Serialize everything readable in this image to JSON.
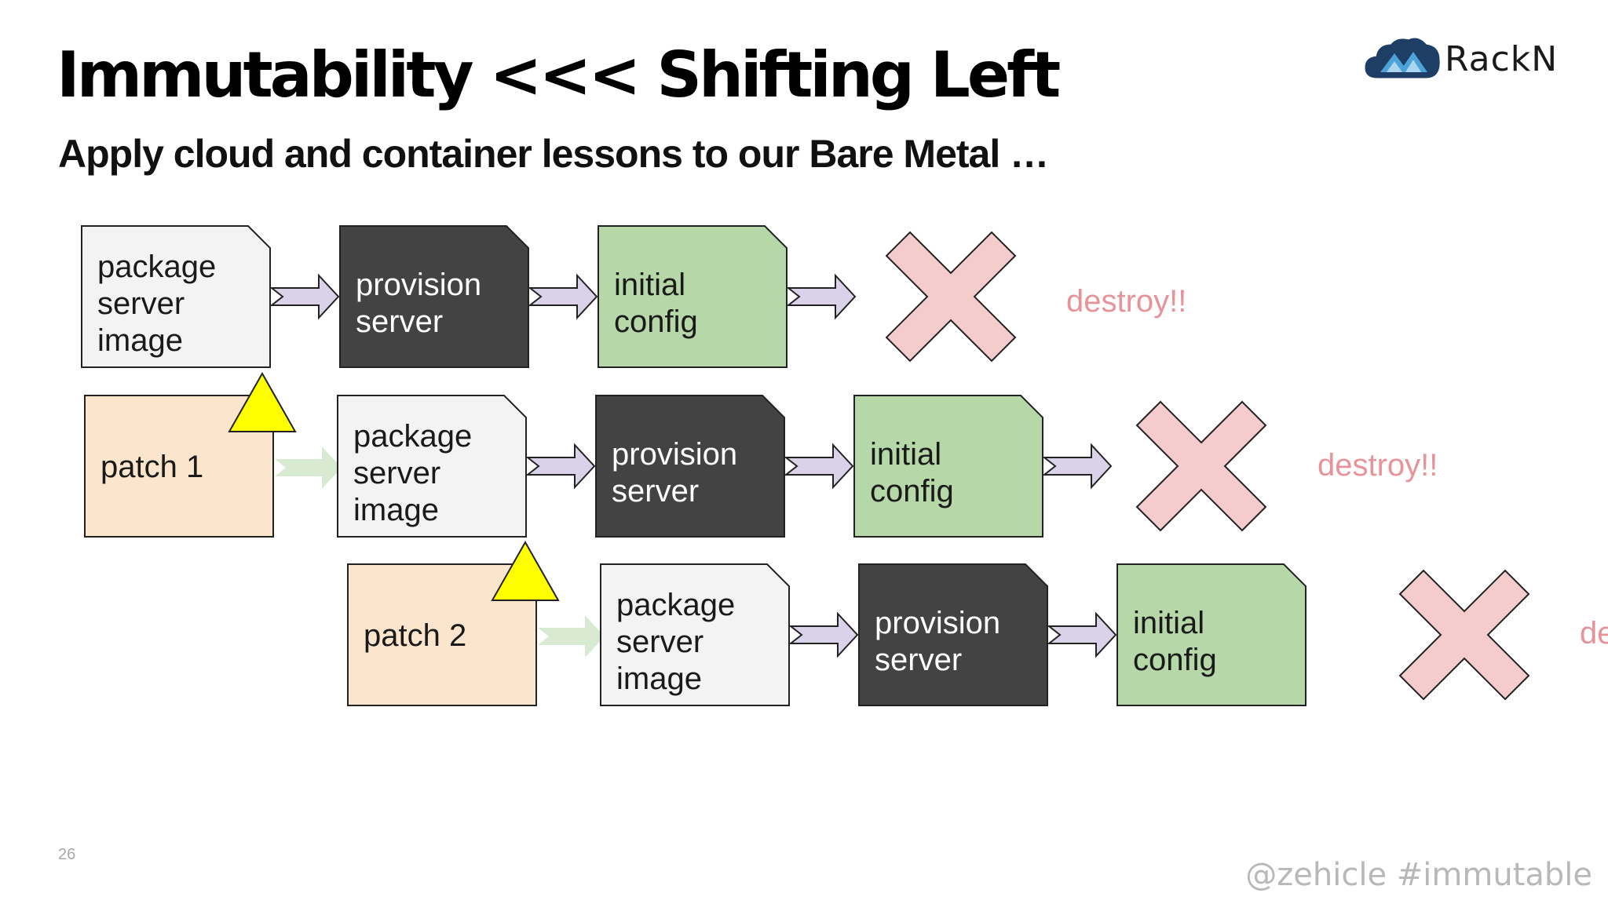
{
  "slide": {
    "title": "Immutability <<< Shifting Left",
    "subtitle": "Apply cloud and container lessons to our Bare Metal …",
    "logo_text": "RackN",
    "slide_number": "26",
    "handle": "@zehicle #immutable"
  },
  "colors": {
    "package": "#f3f3f3",
    "provision": "#434343",
    "config": "#b6d7a8",
    "patch": "#fce5cd",
    "cross": "#f4cccc",
    "arrow": "#d9d2e9",
    "patch_arrow": "#d9ead3",
    "triangle": "#ffff00",
    "destroy": "#e6939a"
  },
  "rows": [
    {
      "steps": [
        {
          "kind": "package",
          "lines": [
            "package",
            "server",
            "image"
          ]
        },
        {
          "kind": "provision",
          "lines": [
            "provision",
            "server"
          ]
        },
        {
          "kind": "config",
          "lines": [
            "initial",
            "config"
          ]
        }
      ],
      "end_label": "destroy!!"
    },
    {
      "patch": {
        "lines": [
          "patch 1"
        ]
      },
      "steps": [
        {
          "kind": "package",
          "lines": [
            "package",
            "server",
            "image"
          ]
        },
        {
          "kind": "provision",
          "lines": [
            "provision",
            "server"
          ]
        },
        {
          "kind": "config",
          "lines": [
            "initial",
            "config"
          ]
        }
      ],
      "end_label": "destroy!!"
    },
    {
      "patch": {
        "lines": [
          "patch 2"
        ]
      },
      "steps": [
        {
          "kind": "package",
          "lines": [
            "package",
            "server",
            "image"
          ]
        },
        {
          "kind": "provision",
          "lines": [
            "provision",
            "server"
          ]
        },
        {
          "kind": "config",
          "lines": [
            "initial",
            "config"
          ]
        }
      ],
      "end_label": "de"
    }
  ]
}
